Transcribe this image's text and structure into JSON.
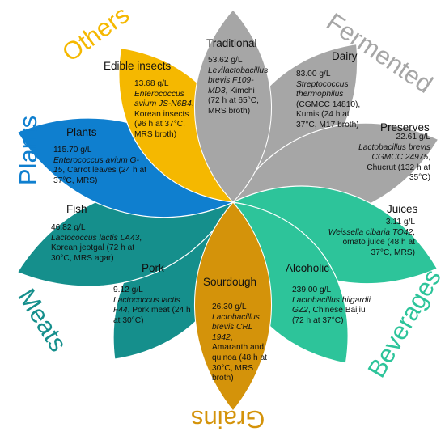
{
  "colors": {
    "others": "#f5b800",
    "plants": "#0f7fcf",
    "fermented": "#a6a6a6",
    "meats": "#158f8c",
    "beverages": "#2dc49a",
    "grains": "#d4930a"
  },
  "categories": {
    "others": "Others",
    "plants": "Plants",
    "fermented": "Fermented",
    "meats": "Meats",
    "beverages": "Beverages",
    "grains": "Grains"
  },
  "petals": {
    "traditional": {
      "title": "Traditional",
      "value": "53.62 g/L",
      "species": "Levilactobacillus brevis F109-MD3",
      "detail": ", Kimchi (72 h at 65°C, MRS broth)"
    },
    "dairy": {
      "title": "Dairy",
      "value": "83.00 g/L",
      "species": "Streptococcus thermophilus",
      "detail": " (CGMCC 14810), Kumis (24 h at 37°C, M17 broth)"
    },
    "preserves": {
      "title": "Preserves",
      "value": "22.61 g/L",
      "species": "Lactobacillus brevis CGMCC 24975",
      "detail": ", Chucrut (132 h at 35°C)"
    },
    "juices": {
      "title": "Juices",
      "value": "3.11 g/L",
      "species": "Weissella cibaria TO42",
      "detail": ", Tomato juice (48 h at 37°C, MRS)"
    },
    "alcoholic": {
      "title": "Alcoholic",
      "value": "239.00 g/L",
      "species": "Lactobacillus hilgardii GZ2",
      "detail": ", Chinese Baijiu (72 h at 37°C)"
    },
    "sourdough": {
      "title": "Sourdough",
      "value": "26.30 g/L",
      "species": "Lactobacillus brevis CRL 1942",
      "detail": ", Amaranth and quinoa (48 h at 30°C, MRS broth)"
    },
    "pork": {
      "title": "Pork",
      "value": "9.12 g/L",
      "species": "Lactococcus lactis F44",
      "detail": ", Pork meat (24 h at 30°C)"
    },
    "fish": {
      "title": "Fish",
      "value": "46.82 g/L",
      "species": "Lactococcus lactis LA43",
      "detail": ", Korean jeotgal (72 h at 30°C, MRS agar)"
    },
    "plants": {
      "title": "Plants",
      "value": "115.70 g/L",
      "species": "Enterococcus avium G-15",
      "detail": ", Carrot leaves (24 h at 37°C, MRS)"
    },
    "insects": {
      "title": "Edible insects",
      "value": "13.68 g/L",
      "species": "Enterococcus avium JS-N6B4",
      "detail": ", Korean insects (96 h at 37°C, MRS broth)"
    }
  }
}
